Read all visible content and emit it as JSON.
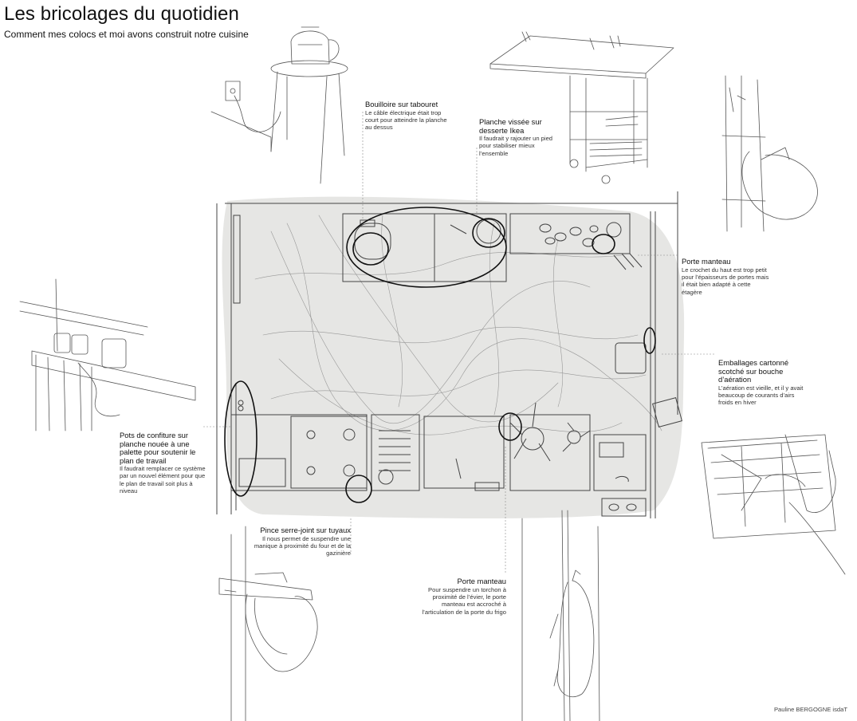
{
  "header": {
    "title": "Les bricolages du quotidien",
    "subtitle": "Comment mes colocs et moi avons construit notre cuisine"
  },
  "annotations": [
    {
      "id": "bouilloire",
      "title": "Bouilloire sur tabouret",
      "text": "Le câble électrique était trop court pour atteindre la planche au dessus"
    },
    {
      "id": "planche",
      "title": "Planche vissée sur desserte Ikea",
      "text": "Il faudrait y rajouter un pied pour stabiliser mieux l’ensemble"
    },
    {
      "id": "porte-manteau-haut",
      "title": "Porte manteau",
      "text": "Le crochet du haut est trop petit pour l’épaisseurs de portes mais il était bien adapté à cette étagère"
    },
    {
      "id": "emballages",
      "title": "Emballages cartonné scotché sur bouche d’aération",
      "text": "L’aération est vieille, et il y avait beaucoup de courants d’airs froids en hiver"
    },
    {
      "id": "pots",
      "title": "Pots de confiture sur planche nouée à une palette pour soutenir le plan de travail",
      "text": "Il faudrait remplacer ce système par un nouvel élément pour que le plan de travail soit plus à niveau"
    },
    {
      "id": "pince",
      "title": "Pince serre-joint sur tuyaux",
      "text": "Il nous permet de suspendre une manique à proximité du four  et de la gazinière"
    },
    {
      "id": "porte-manteau-bas",
      "title": "Porte manteau",
      "text": "Pour suspendre un torchon à proximité de l’évier, le porte manteau est accroché  à l’articulation de la porte du frigo"
    }
  ],
  "credit": "Pauline BERGOGNE isdaT",
  "colors": {
    "plan_fill": "#e6e6e4",
    "ink": "#111111",
    "sketch": "#555555"
  }
}
